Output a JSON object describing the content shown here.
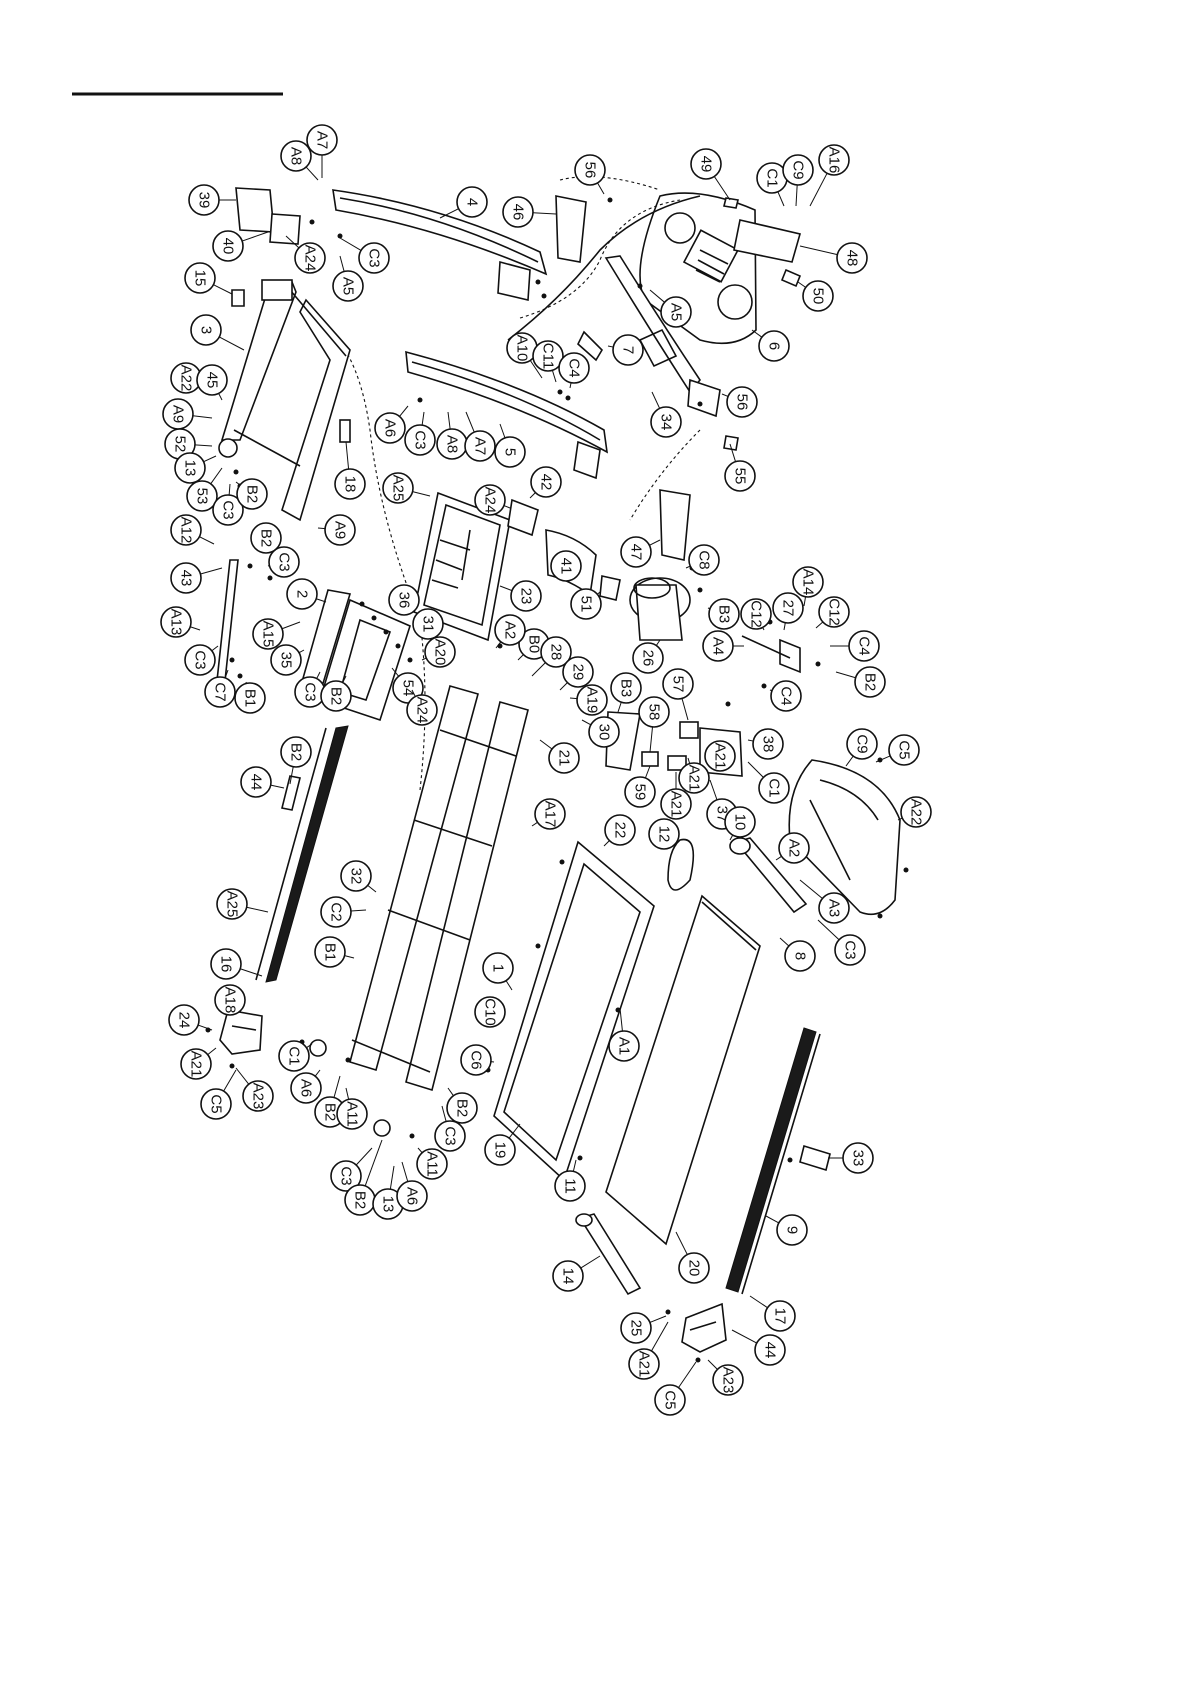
{
  "labels": [
    "A7",
    "A8",
    "39",
    "40",
    "A24",
    "C3",
    "A5",
    "4",
    "46",
    "56",
    "49",
    "C1",
    "C9",
    "A16",
    "48",
    "50",
    "15",
    "3",
    "A22",
    "45",
    "A9",
    "52",
    "13",
    "53",
    "C3",
    "B2",
    "18",
    "A6",
    "C3",
    "A8",
    "A7",
    "5",
    "A10",
    "C11",
    "C4",
    "A5",
    "7",
    "6",
    "34",
    "56",
    "55",
    "A25",
    "A24",
    "42",
    "23",
    "41",
    "47",
    "A12",
    "43",
    "A13",
    "C3",
    "C7",
    "B1",
    "C3",
    "B2",
    "A9",
    "2",
    "A15",
    "35",
    "C3",
    "B2",
    "36",
    "A20",
    "31",
    "B0",
    "A2",
    "28",
    "29",
    "A19",
    "30",
    "21",
    "54",
    "A24",
    "51",
    "26",
    "C8",
    "B3",
    "A4",
    "C12",
    "27",
    "A14",
    "C12",
    "C4",
    "B2",
    "C4",
    "B3",
    "57",
    "58",
    "59",
    "A21",
    "A21",
    "A21",
    "37",
    "38",
    "C1",
    "C9",
    "C5",
    "A22",
    "22",
    "A17",
    "12",
    "10",
    "A2",
    "A3",
    "C3",
    "8",
    "B2",
    "44",
    "A25",
    "16",
    "32",
    "C2",
    "B1",
    "1",
    "C10",
    "C6",
    "A1",
    "19",
    "11",
    "A18",
    "24",
    "A21",
    "C5",
    "A23",
    "C1",
    "A6",
    "B2",
    "A11",
    "C3",
    "B2",
    "13",
    "A6",
    "A11",
    "C3",
    "B2",
    "20",
    "14",
    "9",
    "17",
    "33",
    "44",
    "25",
    "A21",
    "C5",
    "A23",
    "C1"
  ]
}
